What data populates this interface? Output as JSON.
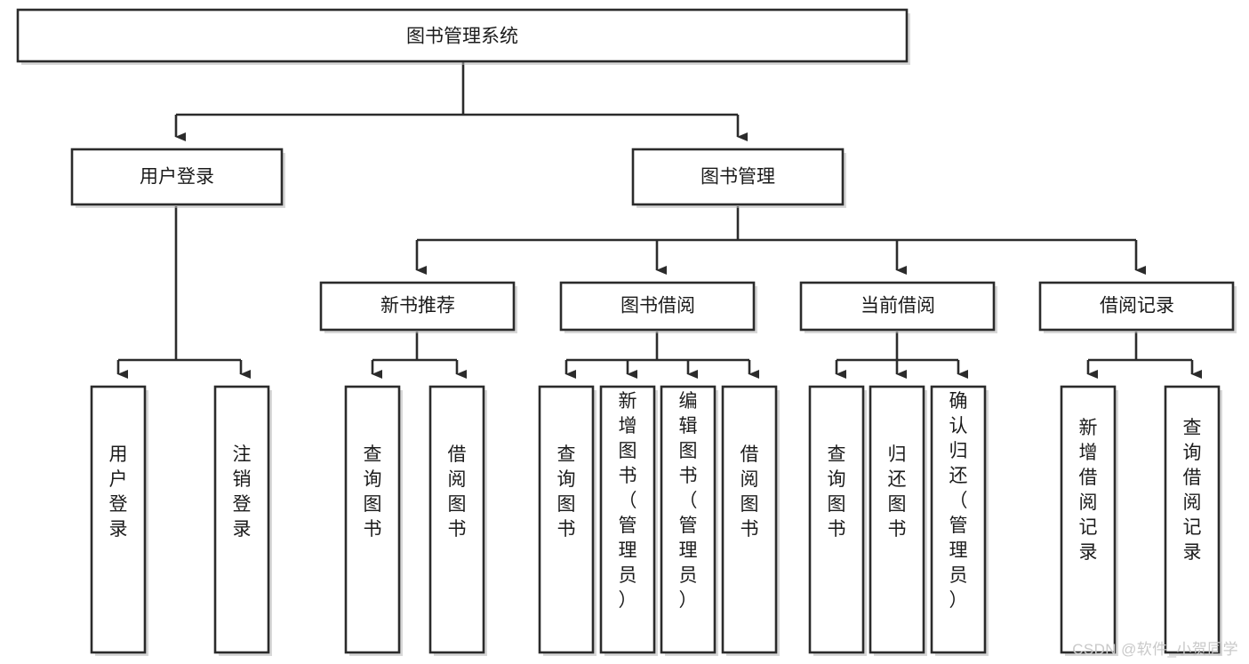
{
  "diagram": {
    "type": "tree-flowchart",
    "title": "图书管理系统",
    "watermark": "CSDN @软件_小贺同学",
    "root": {
      "label": "图书管理系统"
    },
    "level2": [
      {
        "label": "用户登录"
      },
      {
        "label": "图书管理"
      }
    ],
    "level3": [
      {
        "label": "新书推荐"
      },
      {
        "label": "图书借阅"
      },
      {
        "label": "当前借阅"
      },
      {
        "label": "借阅记录"
      }
    ],
    "leaves": {
      "user_login": [
        {
          "label": "用户登录"
        },
        {
          "label": "注销登录"
        }
      ],
      "new_book_recommend": [
        {
          "label": "查询图书"
        },
        {
          "label": "借阅图书"
        }
      ],
      "book_borrow": [
        {
          "label": "查询图书"
        },
        {
          "label": "新增图书（管理员）"
        },
        {
          "label": "编辑图书（管理员）"
        },
        {
          "label": "借阅图书"
        }
      ],
      "current_borrow": [
        {
          "label": "查询图书"
        },
        {
          "label": "归还图书"
        },
        {
          "label": "确认归还（管理员）"
        }
      ],
      "borrow_record": [
        {
          "label": "新增借阅记录"
        },
        {
          "label": "查询借阅记录"
        }
      ]
    },
    "colors": {
      "box_stroke": "#2b2b2b",
      "box_fill": "#ffffff",
      "text": "#1b1b1b",
      "connector": "#2b2b2b",
      "watermark": "#c9c9c9",
      "background": "#ffffff"
    }
  }
}
